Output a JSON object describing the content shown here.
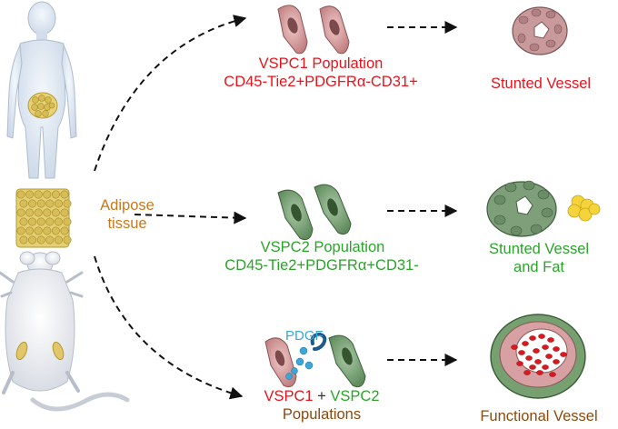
{
  "labels": {
    "vspc1_title": "VSPC1 Population",
    "vspc1_markers": "CD45-Tie2+PDGFRα-CD31+",
    "stunted_vessel": "Stunted Vessel",
    "adipose_line1": "Adipose",
    "adipose_line2": "tissue",
    "vspc2_title": "VSPC2 Population",
    "vspc2_markers": "CD45-Tie2+PDGFRα+CD31-",
    "stunted_vessel_fat_line1": "Stunted Vessel",
    "stunted_vessel_fat_line2": "and Fat",
    "pdgf": "PDGF",
    "combo_vspc1": "VSPC1",
    "combo_plus": "+",
    "combo_vspc2": "VSPC2",
    "combo_populations": "Populations",
    "functional_vessel": "Functional Vessel"
  },
  "colors": {
    "vspc1": "#e8141c",
    "vspc2": "#2aa52a",
    "adipose": "#c8781e",
    "functional": "#8a4a10",
    "pdgf": "#3aa7d8",
    "pink_cell": "#d9a3a3",
    "green_cell": "#7aa377",
    "fat": "#f5d33a"
  },
  "icons": [
    "human-figure-icon",
    "adipose-tissue-icon",
    "mouse-icon",
    "vspc1-cell-icon",
    "vspc2-cell-icon",
    "pdgf-receptor-icon",
    "vessel-icon",
    "fat-droplet-icon"
  ]
}
